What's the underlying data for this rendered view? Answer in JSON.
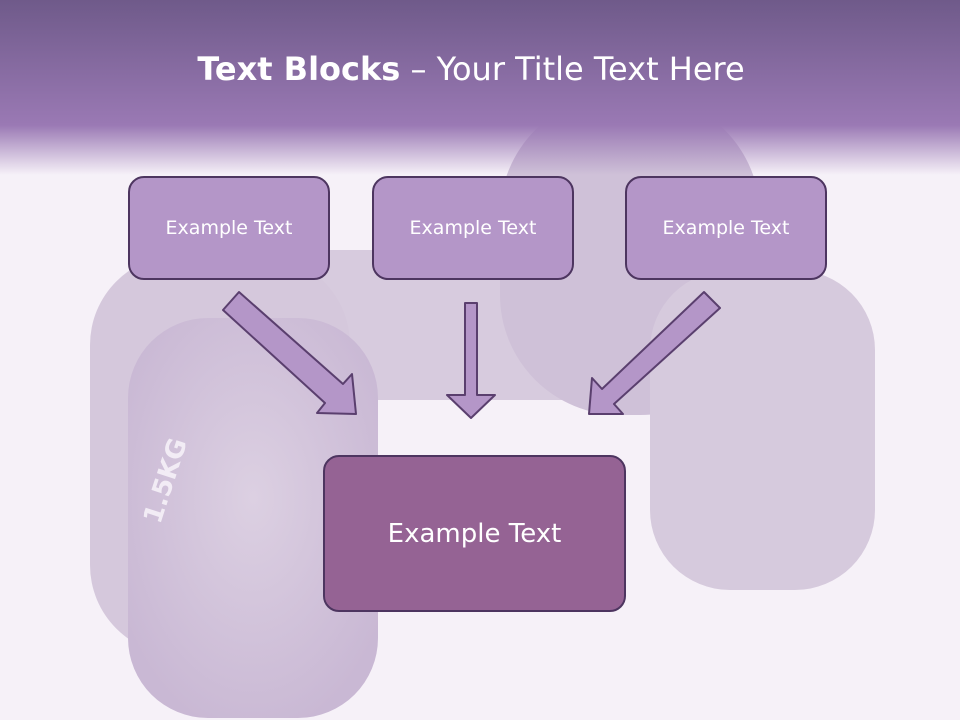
{
  "slide": {
    "title_bold": "Text Blocks",
    "title_dash": " – ",
    "title_rest": "Your Title Text Here",
    "background_image_label": "1.5KG"
  },
  "boxes": {
    "top": [
      {
        "label": "Example Text"
      },
      {
        "label": "Example Text"
      },
      {
        "label": "Example Text"
      }
    ],
    "bottom": {
      "label": "Example Text"
    }
  },
  "colors": {
    "header": "#9a79b4",
    "box_fill": "#b496c8",
    "box_main_fill": "#956394",
    "box_border": "#4d3560",
    "arrow_fill": "#b496c8"
  }
}
